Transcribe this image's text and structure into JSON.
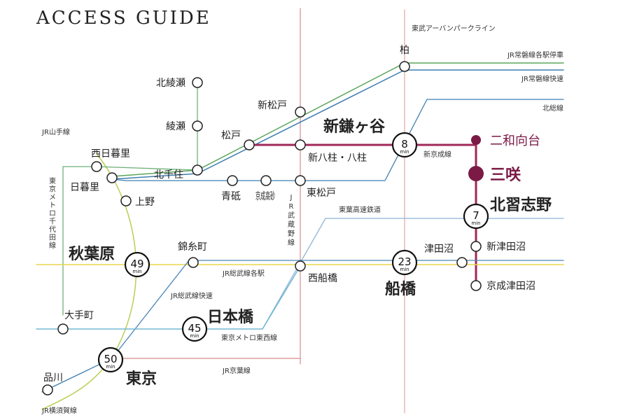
{
  "title": "ACCESS GUIDE",
  "colors": {
    "accent": "#a0285a",
    "accent_dark": "#7a1a45",
    "yellow_line": "#e8d84a",
    "green_line": "#5aa55a",
    "blue_line": "#3f7fb0",
    "light_blue_line": "#8cb5d6",
    "red_line": "#d98a8a",
    "yamanote": "#b7cf55",
    "chiyoda": "#7fb07f",
    "tozai": "#74b8d4"
  },
  "line_labels": {
    "tobu_urban_park": "東武アーバンパークライン",
    "jr_joban_local": "JR常磐線各駅停車",
    "jr_joban_rapid": "JR常磐線快速",
    "hokuso": "北総線",
    "jr_yamanote": "JR山手線",
    "chiyoda": "東京メトロ千代田線",
    "shinkeisei": "新京成線",
    "toyo_rapid": "東葉高速鉄道",
    "jr_sobu_local": "JR総武線各駅",
    "jr_sobu_rapid": "JR総武線快速",
    "tozai": "東京メトロ東西線",
    "keiyo": "JR京葉線",
    "musashino": "JR武蔵野線",
    "yokosuka": "JR横須賀線"
  },
  "stations": {
    "kashiwa": "柏",
    "kita_ayase": "北綾瀬",
    "ayase": "綾瀬",
    "shin_matsudo": "新松戸",
    "matsudo": "松戸",
    "kitasenju": "北千住",
    "nishi_nippori": "西日暮里",
    "nippori": "日暮里",
    "ueno": "上野",
    "aoto": "青砥",
    "keisei_takasago": "京成高砂",
    "higashi_matsudo": "東松戸",
    "shin_yahashira": "新八柱・八柱",
    "shin_kamagaya": "新鎌ヶ谷",
    "futawamukodai": "二和向台",
    "misaki": "三咲",
    "kita_narashino": "北習志野",
    "kinshicho": "錦糸町",
    "akihabara": "秋葉原",
    "nishi_funabashi": "西船橋",
    "funabashi": "船橋",
    "tsudanuma": "津田沼",
    "shin_tsudanuma": "新津田沼",
    "keisei_tsudanuma": "京成津田沼",
    "otemachi": "大手町",
    "nihombashi": "日本橋",
    "tokyo": "東京",
    "shinagawa": "品川"
  },
  "times": {
    "unit": "min",
    "shin_kamagaya": "8",
    "kita_narashino": "7",
    "akihabara": "49",
    "funabashi": "23",
    "nihombashi": "45",
    "tokyo": "50"
  },
  "musashino_label_chars": [
    "J",
    "R",
    "武",
    "蔵",
    "野",
    "線"
  ],
  "chiyoda_label_chars": [
    "東",
    "京",
    "メ",
    "ト",
    "ロ",
    "千",
    "代",
    "田",
    "線"
  ]
}
